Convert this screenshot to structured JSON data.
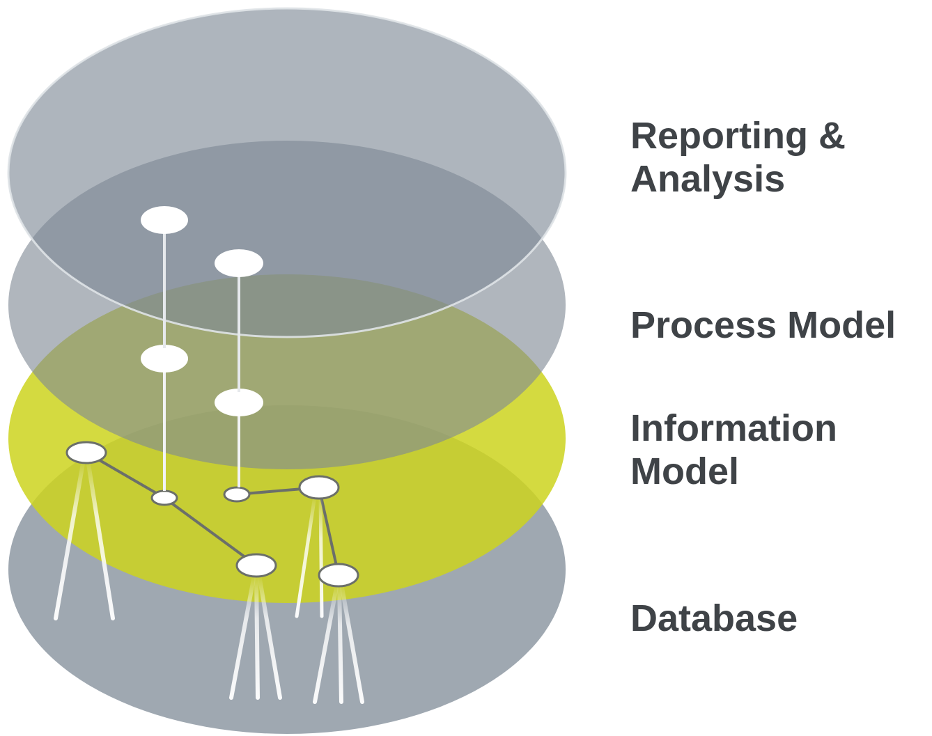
{
  "layers": [
    {
      "id": "reporting",
      "label": "Reporting &\nAnalysis",
      "color": "#8e98a4"
    },
    {
      "id": "process",
      "label": "Process Model",
      "color": "#8e98a4"
    },
    {
      "id": "information",
      "label": "Information\nModel",
      "color": "#cfd51f"
    },
    {
      "id": "database",
      "label": "Database",
      "color": "#8e98a4"
    }
  ],
  "colors": {
    "label_text": "#3f4347",
    "node": "#ffffff",
    "connector_dark": "#6b6f6a",
    "vertical_link": "#e6e9ec"
  }
}
